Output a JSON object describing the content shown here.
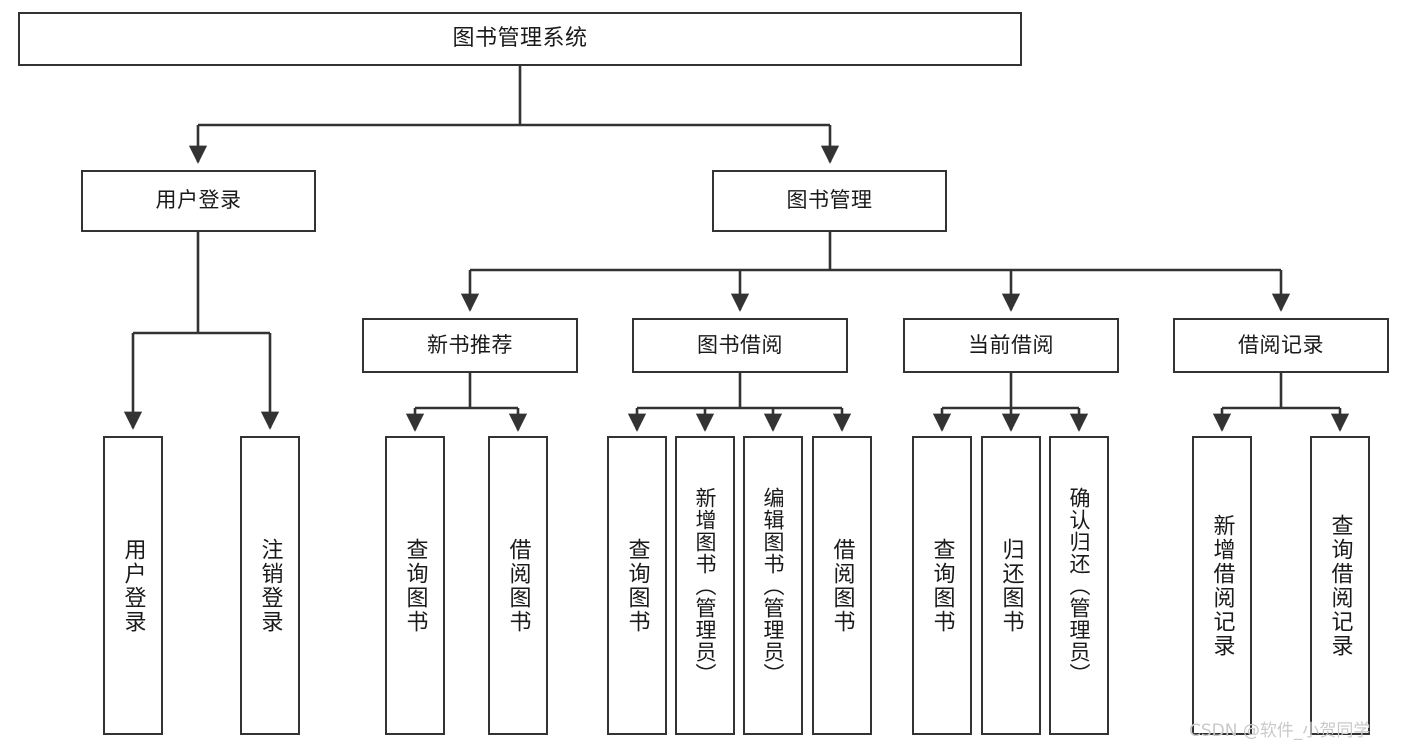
{
  "diagram": {
    "title": "图书管理系统",
    "type": "tree-hierarchy-chart",
    "line_color": "#333333",
    "box_fill": "#ffffff",
    "text_color": "#1a1a1a",
    "nodes": {
      "root": {
        "label": "图书管理系统"
      },
      "level2": [
        {
          "id": "user-login",
          "label": "用户登录"
        },
        {
          "id": "book-manage",
          "label": "图书管理"
        }
      ],
      "level3": [
        {
          "id": "new-book-recommend",
          "label": "新书推荐"
        },
        {
          "id": "book-borrow",
          "label": "图书借阅"
        },
        {
          "id": "current-borrow",
          "label": "当前借阅"
        },
        {
          "id": "borrow-record",
          "label": "借阅记录"
        }
      ],
      "leaves": [
        {
          "id": "leaf-user-login",
          "label": "用户登录",
          "parent": "user-login"
        },
        {
          "id": "leaf-logout-login",
          "label": "注销登录",
          "parent": "user-login"
        },
        {
          "id": "leaf-query-book-1",
          "label": "查询图书",
          "parent": "new-book-recommend"
        },
        {
          "id": "leaf-borrow-book-1",
          "label": "借阅图书",
          "parent": "new-book-recommend"
        },
        {
          "id": "leaf-query-book-2",
          "label": "查询图书",
          "parent": "book-borrow"
        },
        {
          "id": "leaf-add-book",
          "label": "新增图书（管理员）",
          "parent": "book-borrow"
        },
        {
          "id": "leaf-edit-book",
          "label": "编辑图书（管理员）",
          "parent": "book-borrow"
        },
        {
          "id": "leaf-borrow-book-2",
          "label": "借阅图书",
          "parent": "book-borrow"
        },
        {
          "id": "leaf-query-book-3",
          "label": "查询图书",
          "parent": "current-borrow"
        },
        {
          "id": "leaf-return-book",
          "label": "归还图书",
          "parent": "current-borrow"
        },
        {
          "id": "leaf-confirm-return",
          "label": "确认归还（管理员）",
          "parent": "current-borrow"
        },
        {
          "id": "leaf-add-record",
          "label": "新增借阅记录",
          "parent": "borrow-record"
        },
        {
          "id": "leaf-query-record",
          "label": "查询借阅记录",
          "parent": "borrow-record"
        }
      ]
    }
  },
  "watermark": {
    "text": "CSDN @软件_小贺同学",
    "color": "#c9c9c9"
  }
}
